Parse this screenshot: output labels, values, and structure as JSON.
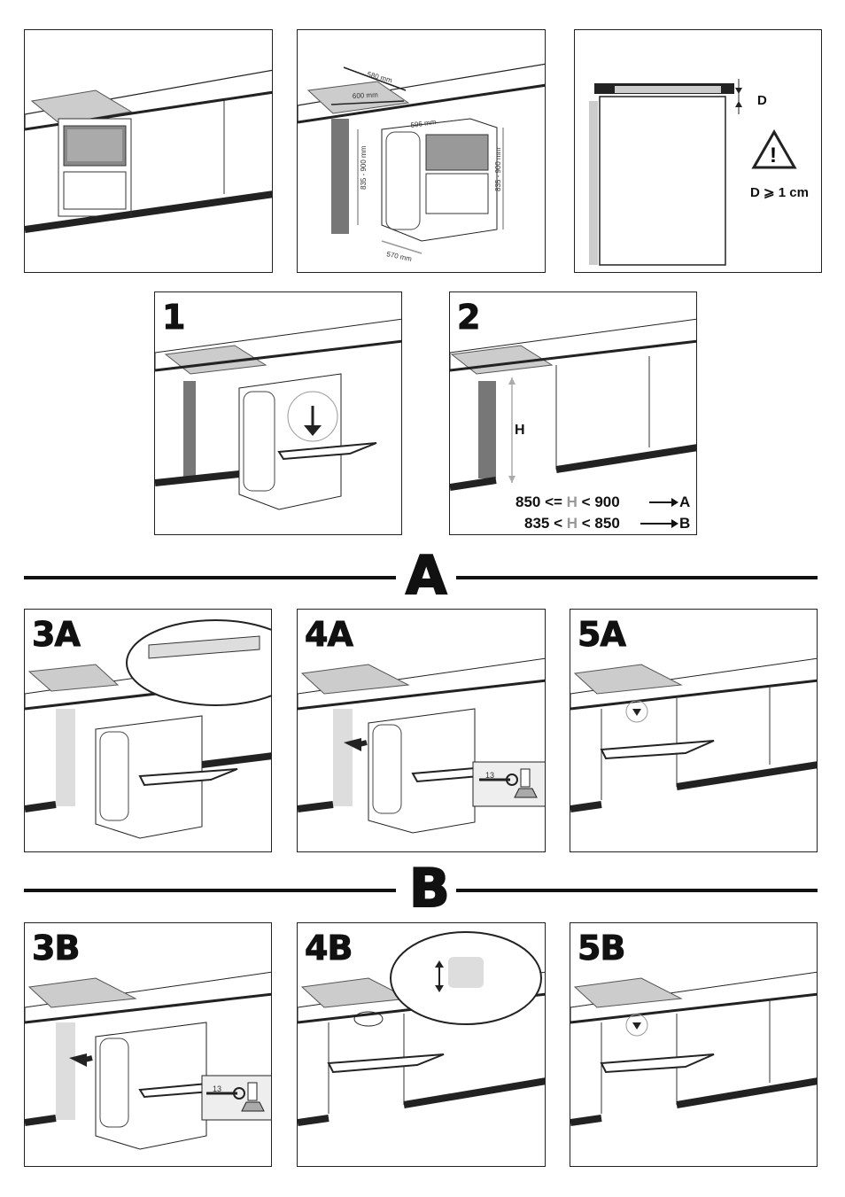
{
  "figures": {
    "dimensions": {
      "depth_top": "580 mm",
      "width_top": "600 mm",
      "width_unit": "596 mm",
      "height_left": "835 - 900 mm",
      "height_right": "835 - 900 mm",
      "depth_base": "570 mm"
    },
    "clearance": {
      "label": "D",
      "rule": "D ⩾ 1 cm"
    }
  },
  "steps": {
    "s1": "1",
    "s2": "2",
    "s3a": "3A",
    "s4a": "4A",
    "s5a": "5A",
    "s3b": "3B",
    "s4b": "4B",
    "s5b": "5B"
  },
  "height_check": {
    "label": "H",
    "ruleA": {
      "prefix": "850 <= ",
      "h": "H",
      "suffix": " < 900",
      "target": "A"
    },
    "ruleB": {
      "prefix": "835 < ",
      "h": "H",
      "suffix": " < 850",
      "target": "B"
    }
  },
  "sections": {
    "a": "A",
    "b": "B"
  },
  "wrench": {
    "size_4a": "13",
    "size_3b": "13"
  }
}
